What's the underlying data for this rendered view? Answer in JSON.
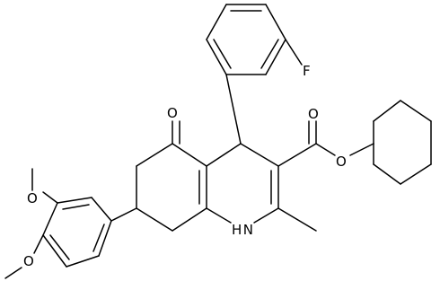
{
  "molecule": {
    "atoms": {
      "fluorine": "F",
      "ketone_oxygen": "O",
      "ester_carbonyl_oxygen": "O",
      "ester_ether_oxygen": "O",
      "ring_nitrogen": "H N",
      "methoxy_oxygen_upper": "O",
      "methoxy_oxygen_lower": "O"
    }
  },
  "colors": {
    "bond": "#000000",
    "label": "#000000",
    "background": "#ffffff"
  }
}
